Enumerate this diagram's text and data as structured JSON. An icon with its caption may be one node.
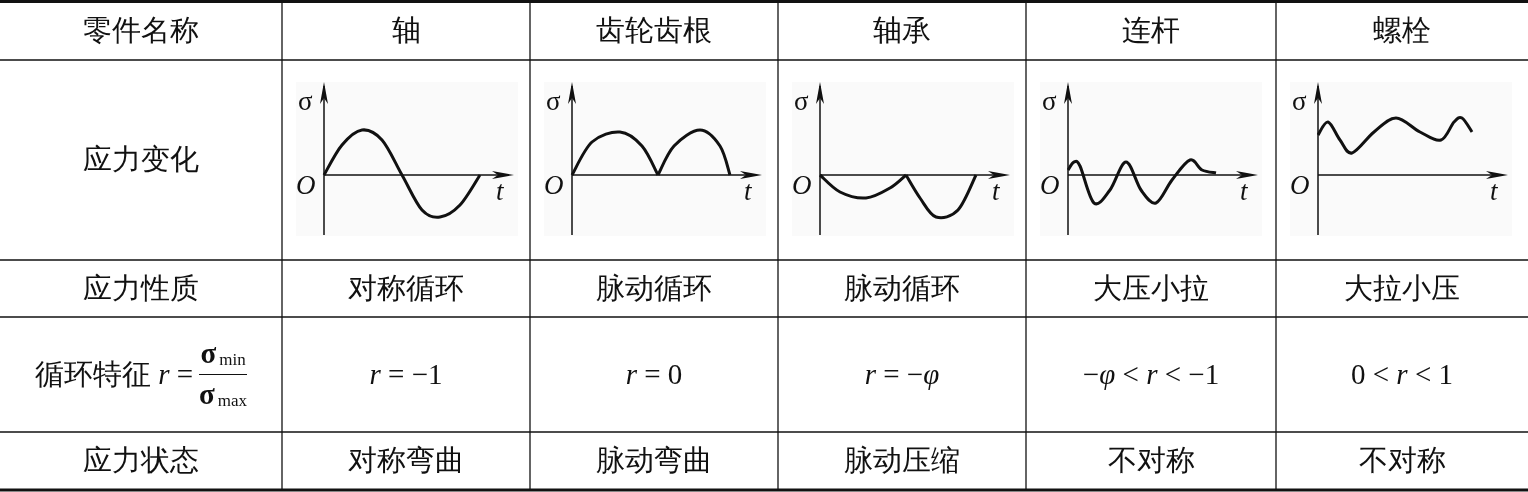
{
  "diagram": {
    "labels": [
      "零件名称",
      "轴",
      "齿轮齿根",
      "轴承",
      "连杆",
      "螺栓",
      "应力变化",
      "σ",
      "O",
      "t",
      "σ",
      "O",
      "t",
      "σ",
      "O",
      "t",
      "σ",
      "O",
      "t",
      "σ",
      "O",
      "t",
      "应力性质",
      "对称循环",
      "脉动循环",
      "脉动循环",
      "大压小拉",
      "大拉小压",
      "循环特征 *r* =",
      "**σ**$_{min}$",
      "**σ**$_{max}$",
      "*r* = −1",
      "*r* = 0",
      "*r* = −*φ*",
      "−*φ* < *r* < −1",
      "0 < *r* < 1",
      "应力状态",
      "对称弯曲",
      "脉动弯曲",
      "脉动压缩",
      "不对称",
      "不对称"
    ]
  }
}
